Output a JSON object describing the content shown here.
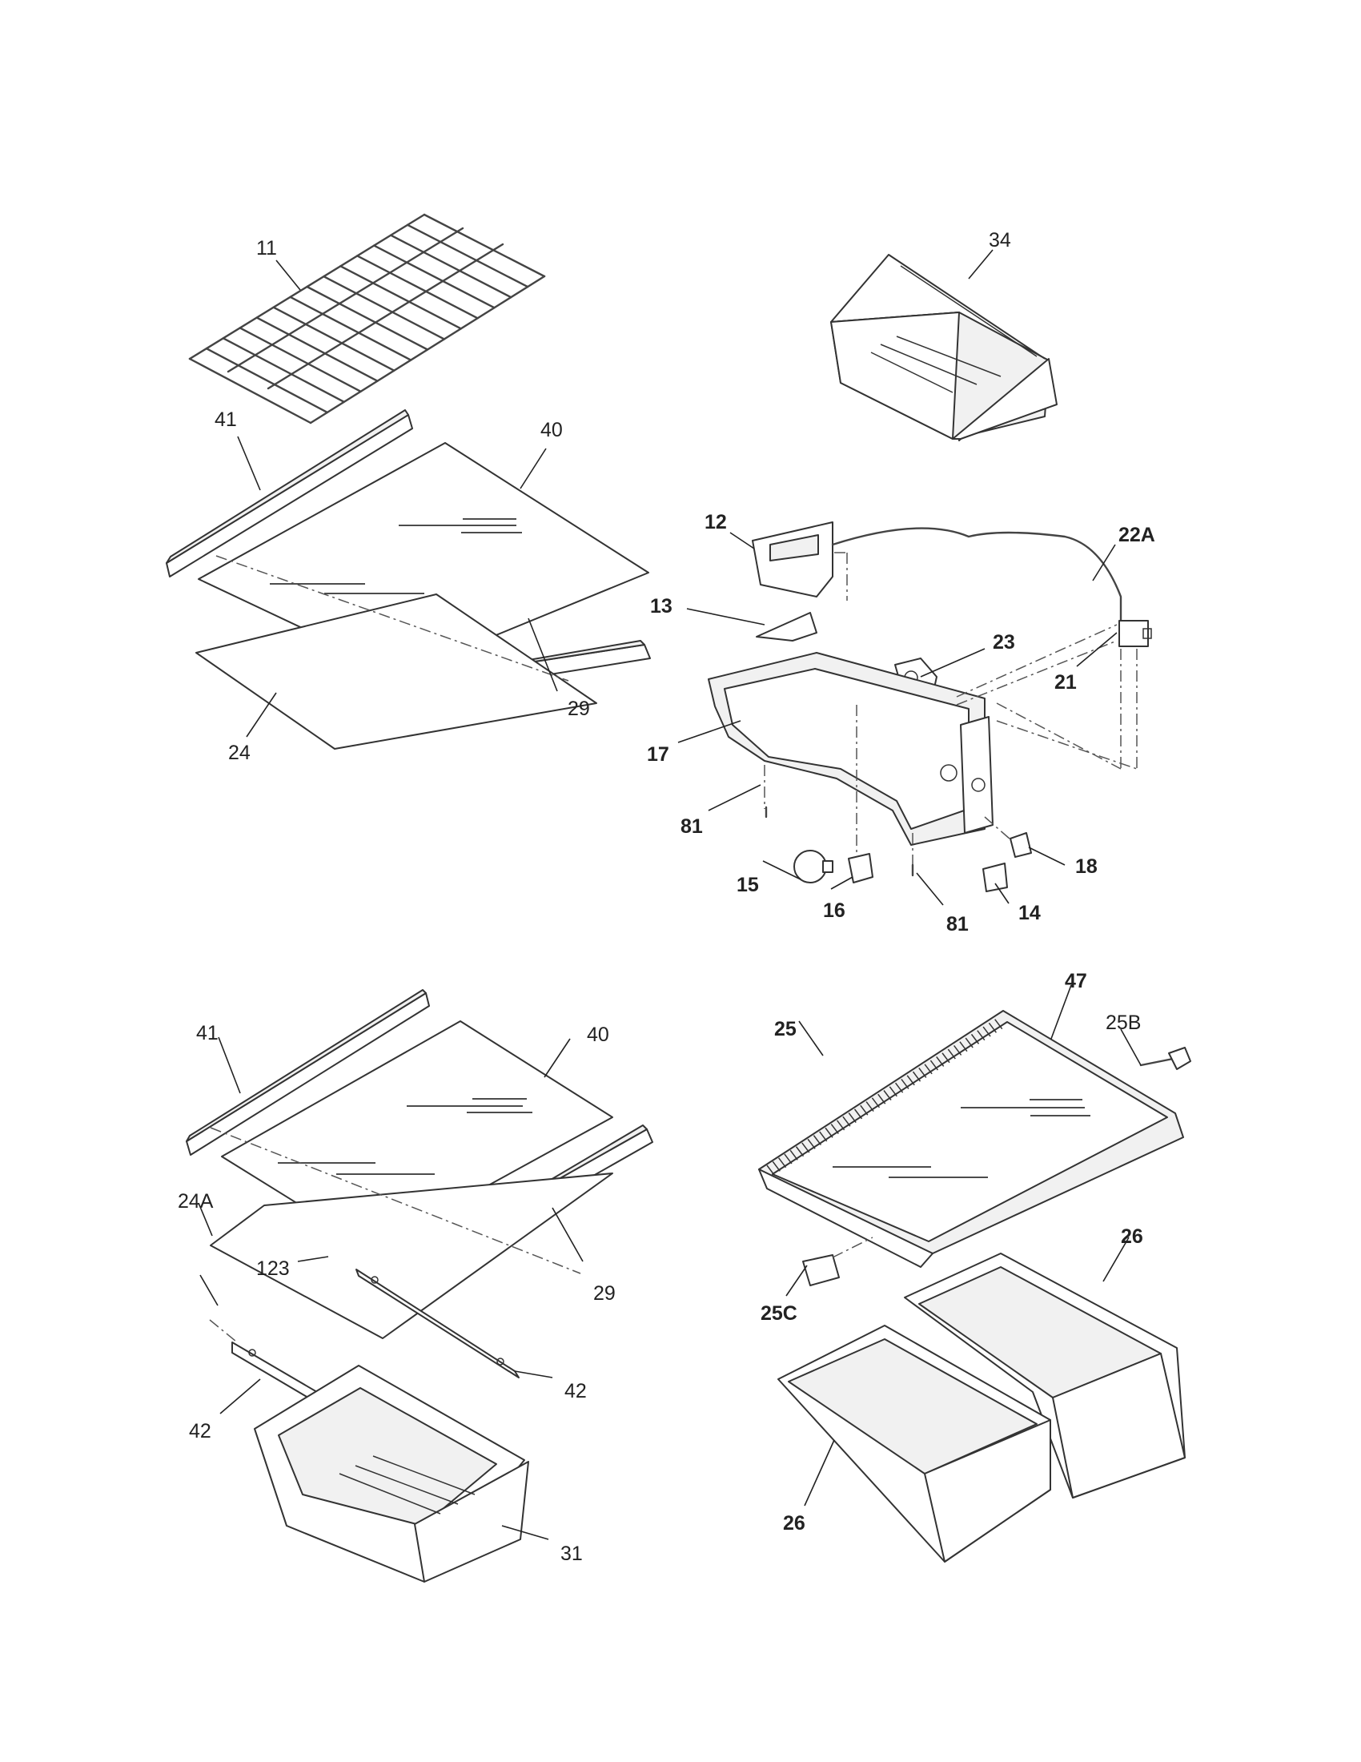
{
  "colors": {
    "ink": "#333333",
    "background": "#ffffff"
  },
  "labels": {
    "p11": "11",
    "p34": "34",
    "p41_top": "41",
    "p40_top": "40",
    "p29_top": "29",
    "p24": "24",
    "p12": "12",
    "p22A": "22A",
    "p13": "13",
    "p23": "23",
    "p21": "21",
    "p17": "17",
    "p81_left": "81",
    "p18": "18",
    "p15": "15",
    "p16": "16",
    "p81_right": "81",
    "p14": "14",
    "p41_bottom": "41",
    "p40_bottom": "40",
    "p24A": "24A",
    "p123": "123",
    "p29_bottom": "29",
    "p42_right": "42",
    "p42_left": "42",
    "p31": "31",
    "p25": "25",
    "p47": "47",
    "p25B": "25B",
    "p26_top": "26",
    "p25C": "25C",
    "p26_bottom": "26"
  }
}
